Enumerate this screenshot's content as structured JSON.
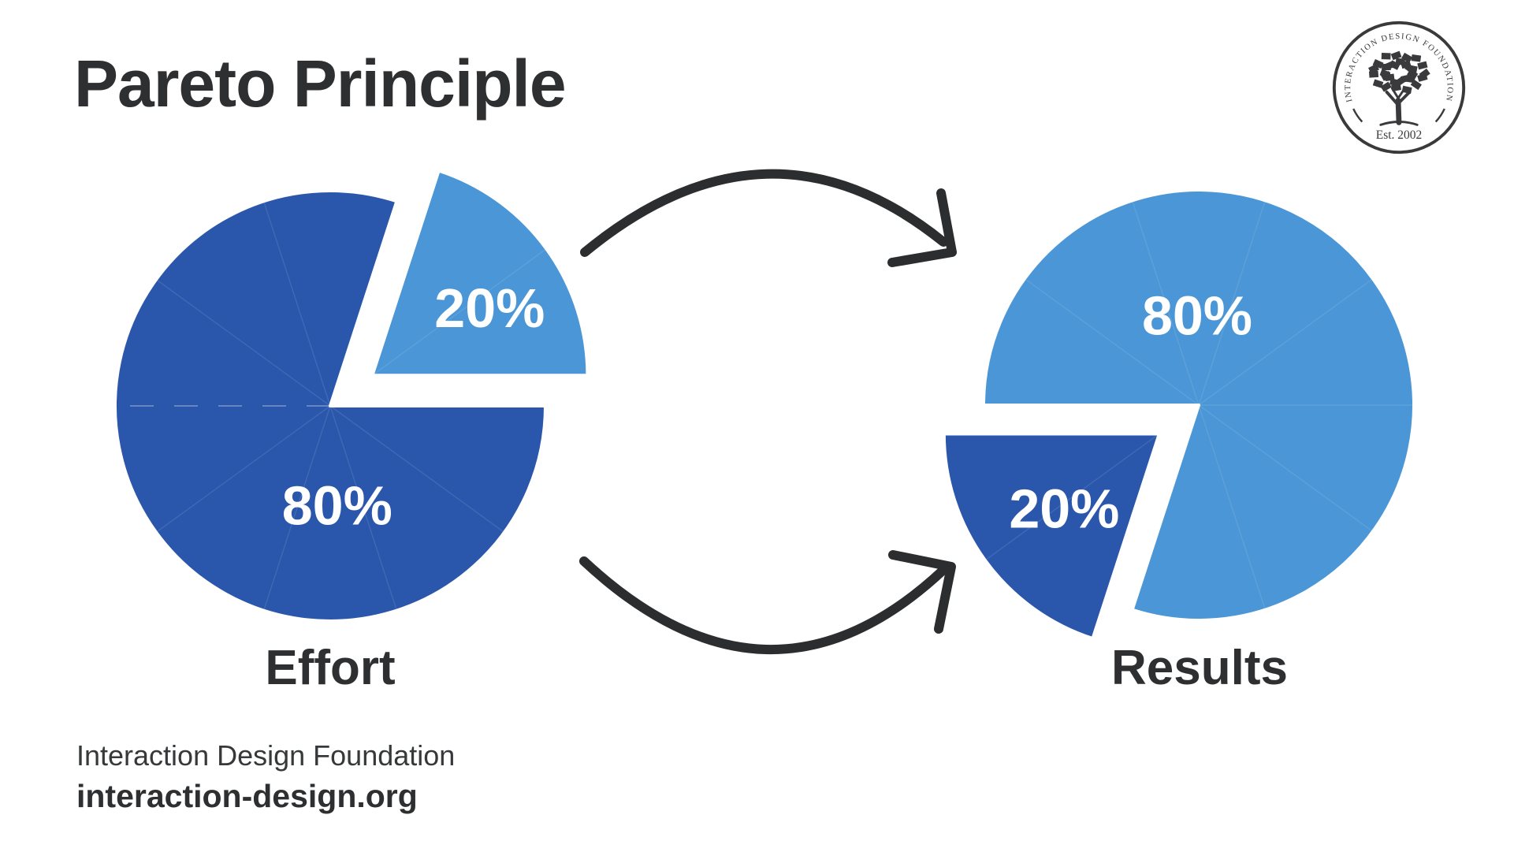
{
  "header": {
    "title": "Pareto Principle"
  },
  "logo": {
    "arc_text": "INTERACTION DESIGN FOUNDATION",
    "est_text": "Est. 2002",
    "color": "#3a3a3c"
  },
  "footer": {
    "org_name": "Interaction Design Foundation",
    "website": "interaction-design.org"
  },
  "colors": {
    "dark_blue": "#2a57ac",
    "light_blue": "#4a96d6",
    "ink": "#2d2f31",
    "arrow": "#2b2d2f",
    "background": "#ffffff"
  },
  "chart_data": [
    {
      "type": "pie",
      "name": "effort-pie",
      "caption": "Effort",
      "center": [
        419,
        515
      ],
      "radius": 273,
      "start_angle": 0,
      "slices": [
        {
          "label": "20%",
          "value": 20,
          "color": "#4a96d6",
          "explode": 66,
          "label_angle": 30,
          "label_dist": 0.63
        },
        {
          "label": "80%",
          "value": 80,
          "color": "#2a57ac",
          "explode": 0,
          "label_angle": 274,
          "label_dist": 0.46
        }
      ]
    },
    {
      "type": "pie",
      "name": "results-pie",
      "caption": "Results",
      "center": [
        1521,
        514
      ],
      "radius": 273,
      "start_angle": 180,
      "slices": [
        {
          "label": "20%",
          "value": 20,
          "color": "#2a57ac",
          "explode": 62,
          "label_angle": 218,
          "label_dist": 0.56
        },
        {
          "label": "80%",
          "value": 80,
          "color": "#4a96d6",
          "explode": 0,
          "label_angle": 91,
          "label_dist": 0.42
        }
      ]
    }
  ],
  "arrows": {
    "meaning": "effort flows to results",
    "direction": "left-to-right"
  }
}
